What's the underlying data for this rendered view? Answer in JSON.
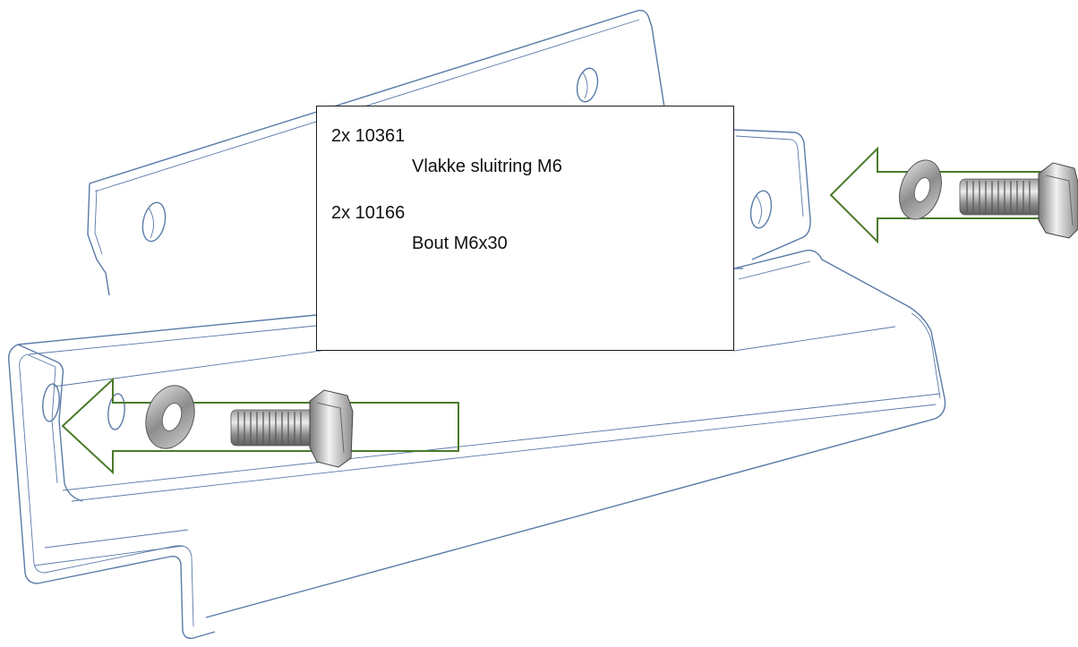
{
  "parts": [
    {
      "qty_code": "2x 10361",
      "description": "Vlakke sluitring M6"
    },
    {
      "qty_code": "2x 10166",
      "description": "Bout M6x30"
    }
  ],
  "colors": {
    "bracket_line": "#5a7aa8",
    "arrow": "#4a7a2a",
    "metal_dark": "#6e6e6e",
    "metal_light": "#e2e2e2"
  },
  "icons": [
    "bracket-drawing",
    "washer-icon",
    "bolt-icon",
    "insert-arrow-icon"
  ]
}
